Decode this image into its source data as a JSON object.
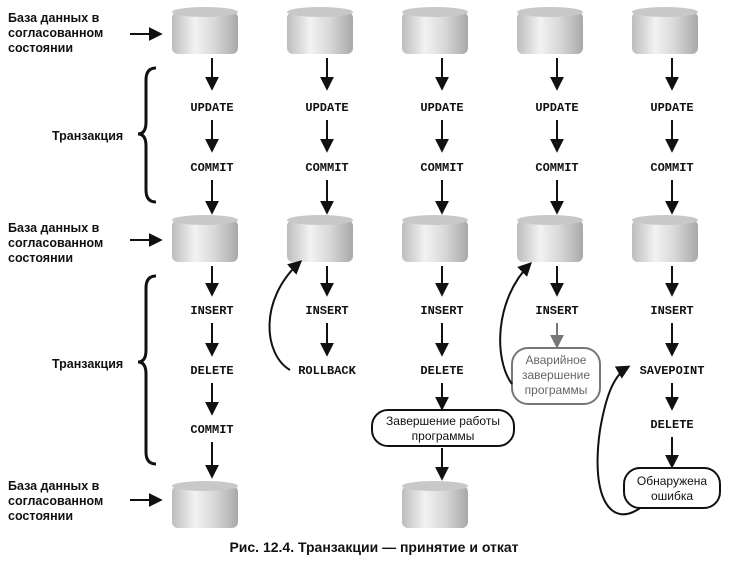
{
  "state_label": [
    "База данных в",
    "согласованном",
    "состоянии"
  ],
  "transaction_label": "Транзакция",
  "statements": {
    "update": "UPDATE",
    "commit": "COMMIT",
    "insert": "INSERT",
    "delete": "DELETE",
    "rollback": "ROLLBACK",
    "savepoint": "SAVEPOINT"
  },
  "callouts": {
    "program_end": [
      "Завершение работы",
      "программы"
    ],
    "abnormal_end": [
      "Аварийное",
      "завершение",
      "программы"
    ],
    "error_found": [
      "Обнаружена",
      "ошибка"
    ]
  },
  "caption": "Рис. 12.4. Транзакции — принятие и откат"
}
